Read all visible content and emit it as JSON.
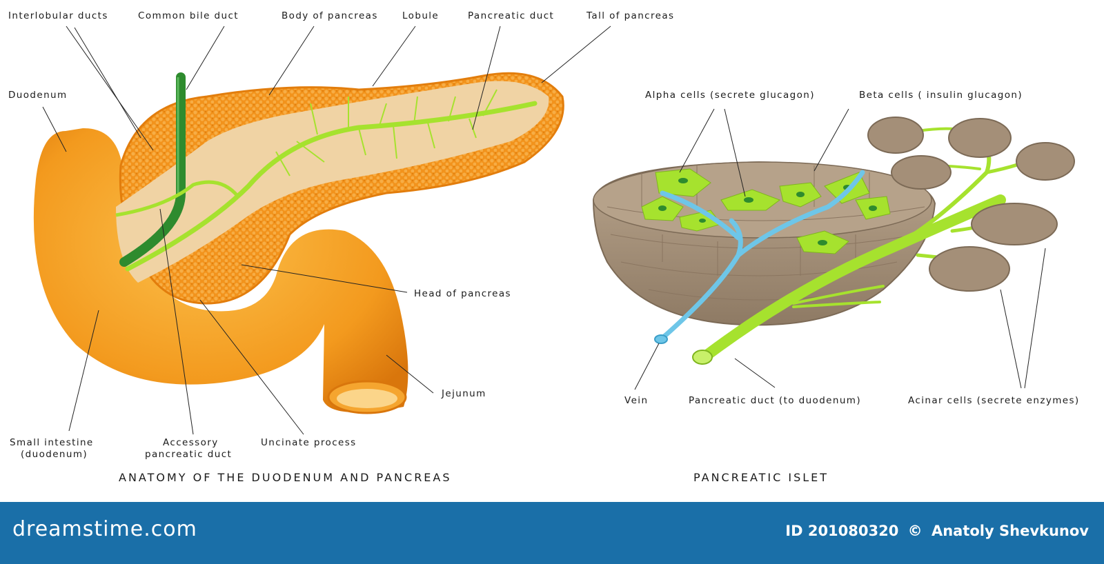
{
  "left": {
    "title": "ANATOMY OF THE DUODENUM AND PANCREAS",
    "labels": {
      "interlobular": "Interlobular ducts",
      "common_bile": "Common  bile duct",
      "body": "Body of pancreas",
      "lobule": "Lobule",
      "pancreatic_duct": "Pancreatic duct",
      "tail": "Tall of pancreas",
      "duodenum": "Duodenum",
      "head": "Head of pancreas",
      "jejunum": "Jejunum",
      "small_intestine_1": "Small intestine",
      "small_intestine_2": "(duodenum)",
      "accessory_1": "Accessory",
      "accessory_2": "pancreatic duct",
      "uncinate": "Uncinate process"
    }
  },
  "right": {
    "title": "PANCREATIC ISLET",
    "labels": {
      "alpha": "Alpha cells (secrete glucagon)",
      "beta": "Beta cells ( insulin glucagon)",
      "vein": "Vein",
      "pancreatic_duct": "Pancreatic duct (to duodenum)",
      "acinar": "Acinar cells (secrete enzymes)"
    }
  },
  "footer": {
    "brand": "dreamstime.com",
    "id": "ID 201080320",
    "copyright": "©",
    "author": "Anatoly Shevkunov"
  },
  "colors": {
    "pancreas": "#f2931c",
    "pancreas_inner": "#f0d3a4",
    "duodenum": "#f39a1e",
    "duct": "#a6e22e",
    "bile_duct": "#2e8b2e",
    "islet": "#a48f78",
    "alpha_cell": "#a6e22e",
    "vein": "#6ec6e8",
    "footer": "#1a6fa8"
  }
}
